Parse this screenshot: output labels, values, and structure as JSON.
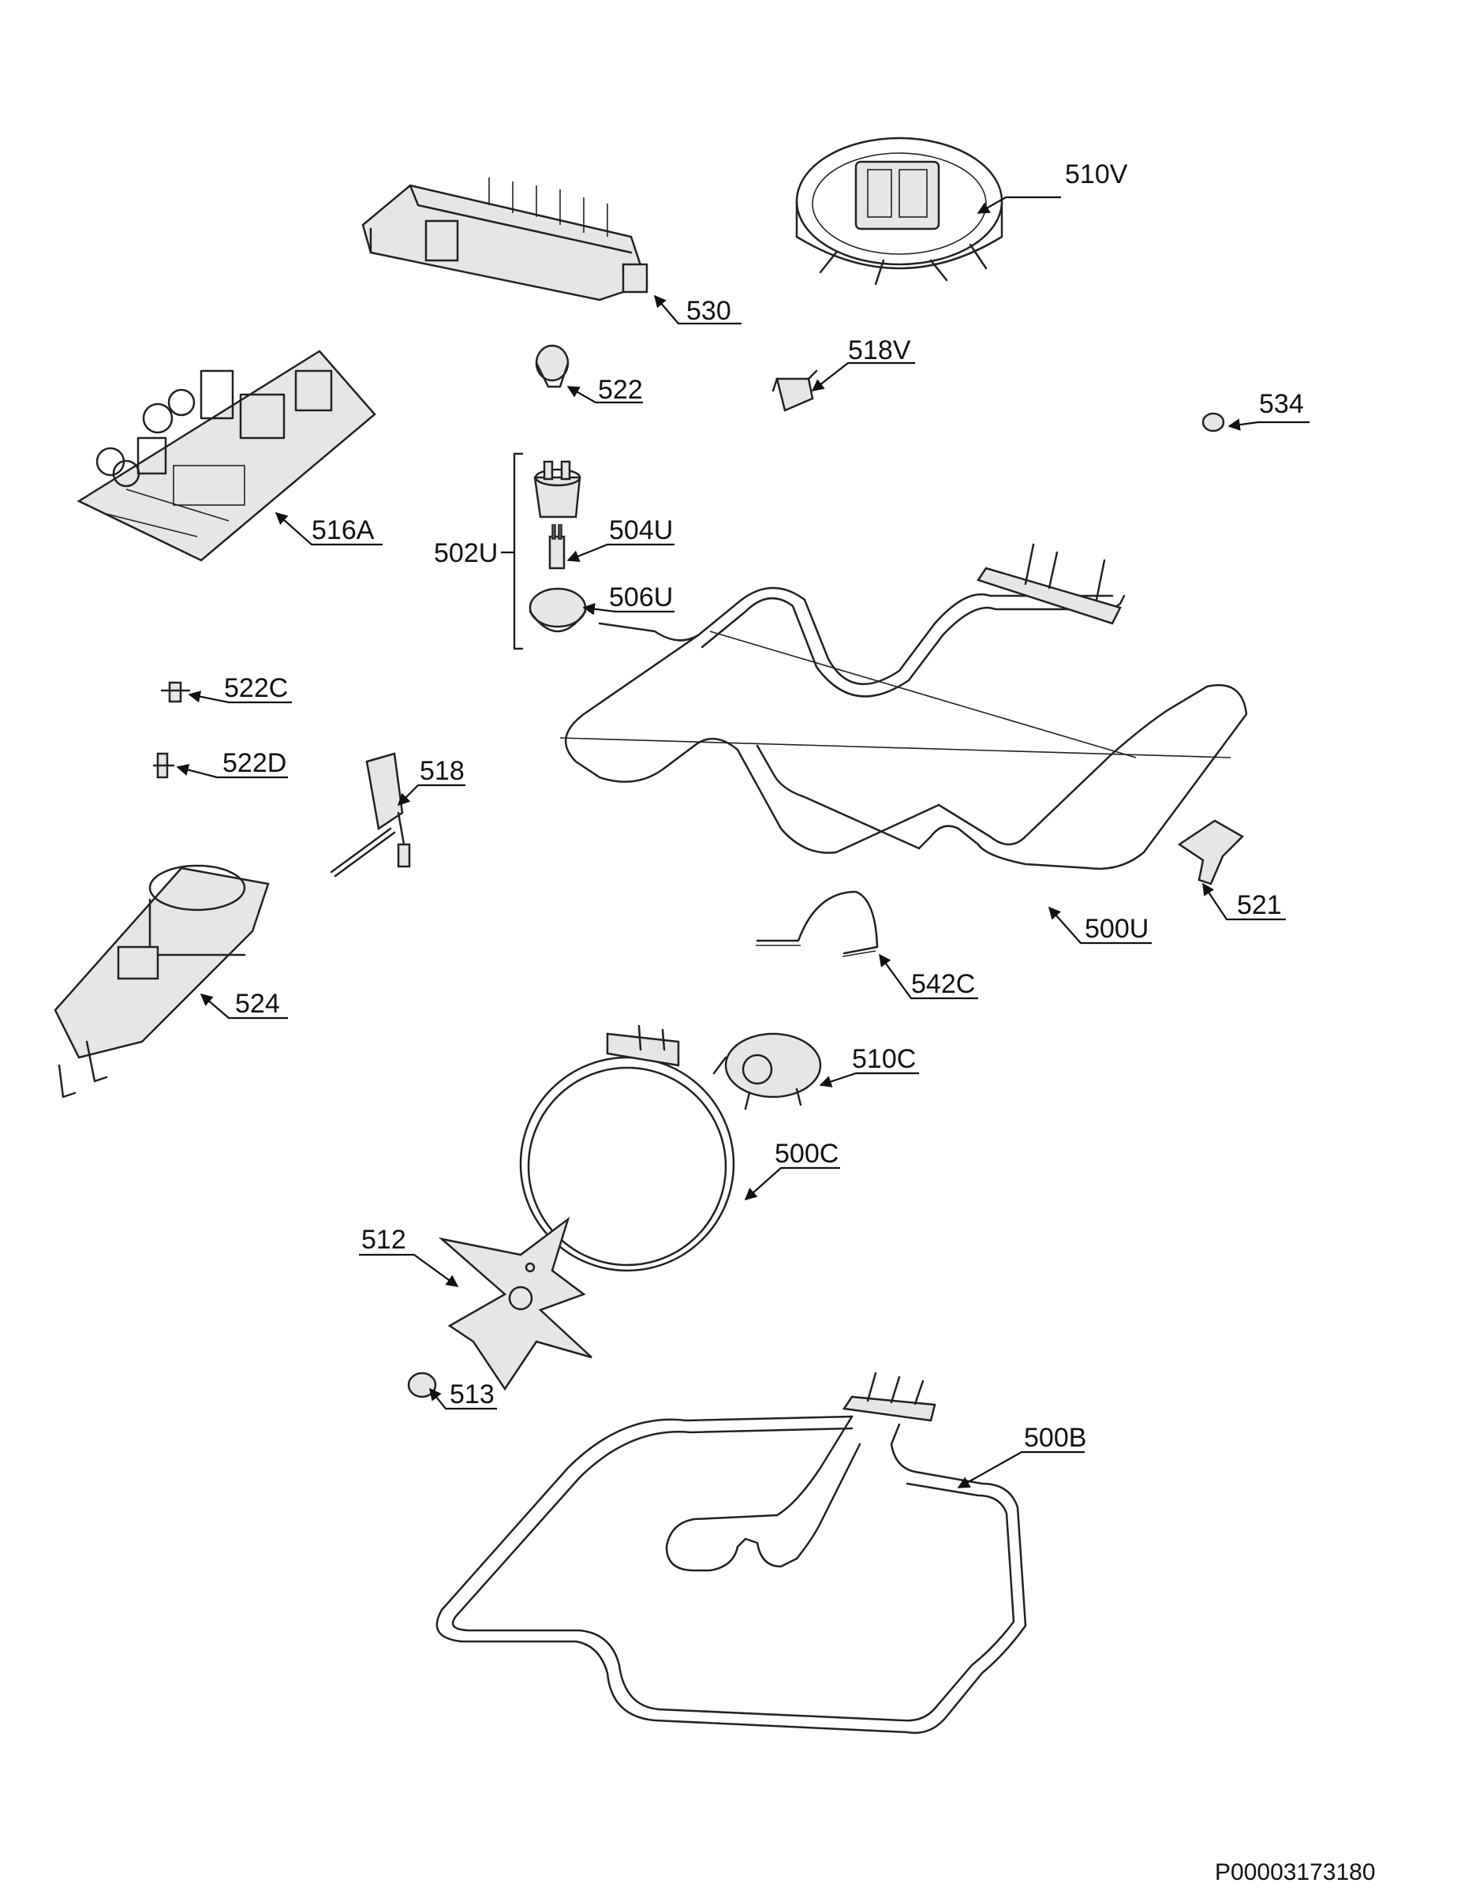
{
  "labels": {
    "l510V": "510V",
    "l530": "530",
    "l522": "522",
    "l518V": "518V",
    "l534": "534",
    "l516A": "516A",
    "l502U": "502U",
    "l504U": "504U",
    "l506U": "506U",
    "l522C": "522C",
    "l522D": "522D",
    "l518": "518",
    "l500U": "500U",
    "l521": "521",
    "l524": "524",
    "l542C": "542C",
    "l510C": "510C",
    "l500C": "500C",
    "l512": "512",
    "l513": "513",
    "l500B": "500B"
  },
  "document_id": "P00003173180"
}
